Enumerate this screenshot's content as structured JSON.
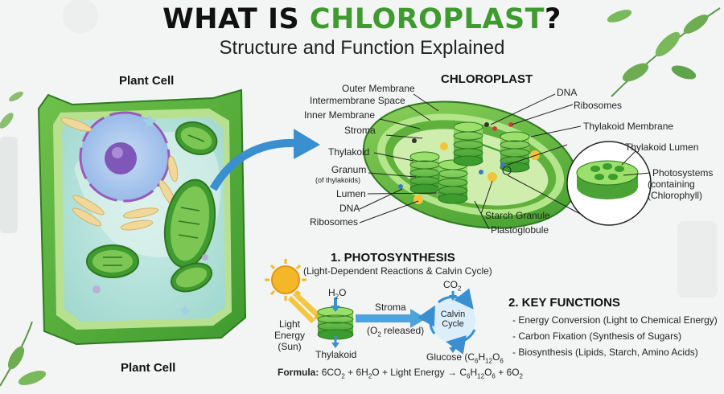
{
  "title": {
    "part1": "WHAT IS ",
    "highlight": "CHLOROPLAST",
    "part2": "?"
  },
  "subtitle": "Structure and Function Explained",
  "plant_cell": {
    "top_label": "Plant Cell",
    "bottom_label": "Plant Cell"
  },
  "chloroplast": {
    "heading": "CHLOROPLAST",
    "left_labels": [
      "Outer Membrane",
      "Intermembrane Space",
      "Inner Membrane",
      "Stroma",
      "Thylakoid",
      "Granum",
      "(of thylakoids)",
      "Lumen",
      "DNA",
      "Ribosomes"
    ],
    "right_labels": [
      "DNA",
      "Ribosomes",
      "Thylakoid Membrane",
      "Thylakoid Lumen",
      "Starch Granule",
      "Plastoglobule"
    ],
    "inset_labels": [
      "Photosystems",
      "(containing",
      "(Chlorophyll)"
    ]
  },
  "photosynthesis": {
    "heading": "1. PHOTOSYNTHESIS",
    "subheading": "(Light-Dependent Reactions & Calvin Cycle)",
    "h2o_base": "H",
    "h2o_sub": "2",
    "h2o_end": "O",
    "light_energy": [
      "Light",
      "Energy",
      "(Sun)"
    ],
    "thylakoid": "Thylakoid",
    "stroma": "Stroma",
    "o2_open": "(O",
    "o2_sub": "2",
    "o2_close": " released)",
    "co2_base": "CO",
    "co2_sub": "2",
    "calvin": [
      "Calvin",
      "Cycle"
    ],
    "glucose": [
      "Glucose (C",
      "6",
      "H",
      "12",
      "O",
      "6"
    ],
    "formula_label": "Formula:",
    "formula": [
      "6CO",
      "2",
      " + 6H",
      "2",
      "O + Light Energy → C",
      "6",
      "H",
      "12",
      "O",
      "6",
      " + 6O",
      "2"
    ]
  },
  "key_functions": {
    "heading": "2. KEY FUNCTIONS",
    "items": [
      "- Energy Conversion (Light to Chemical Energy)",
      "- Carbon Fixation (Synthesis of Sugars)",
      "- Biosynthesis (Lipids, Starch, Amino Acids)"
    ]
  }
}
